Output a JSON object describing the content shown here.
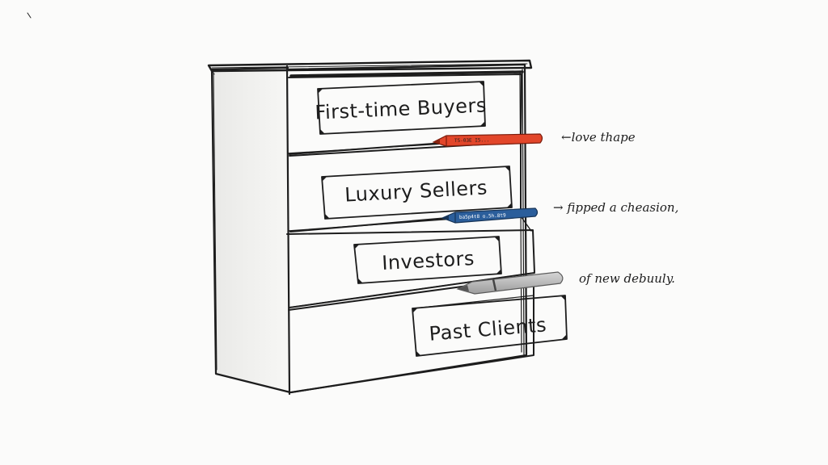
{
  "drawers": [
    {
      "label": "First-time Buyers"
    },
    {
      "label": "Luxury  Sellers"
    },
    {
      "label": "Investors"
    },
    {
      "label": "Past  Clients"
    }
  ],
  "markers": [
    {
      "color": "#e2462a",
      "text": "TS-03E  I5..."
    },
    {
      "color": "#2b5e9b",
      "text": "ba5p4t8  o.5h.8t9"
    },
    {
      "color": "#a9a9a9",
      "text": ""
    }
  ],
  "notes": [
    "←love thape",
    "→ fipped a cheasion,",
    "of new debuuly."
  ],
  "colors": {
    "paper": "#fbfbfa",
    "ink": "#1d1d1d"
  }
}
